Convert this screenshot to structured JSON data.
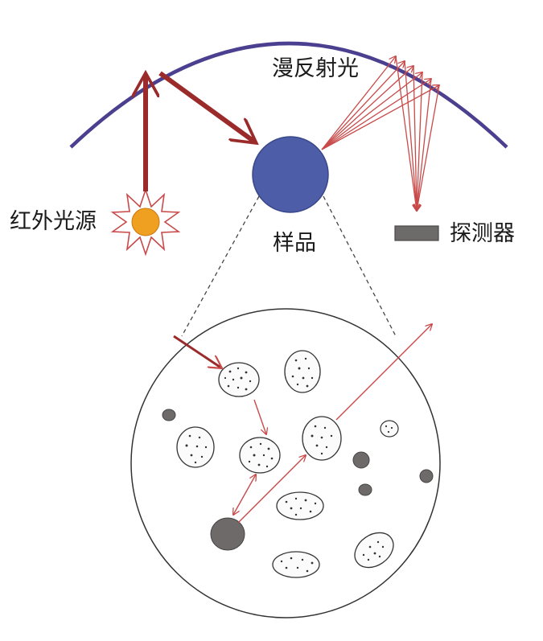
{
  "labels": {
    "diffuse_light": "漫反射光",
    "ir_source": "红外光源",
    "sample": "样品",
    "detector": "探测器"
  },
  "colors": {
    "arc": "#4b3f8f",
    "thick_arrow": "#9b2b2b",
    "thin_arrow": "#c84a4a",
    "sample_fill": "#4e5da8",
    "source_core": "#f0a020",
    "detector": "#6d6a6a",
    "dark_particle": "#6e6a6a"
  }
}
